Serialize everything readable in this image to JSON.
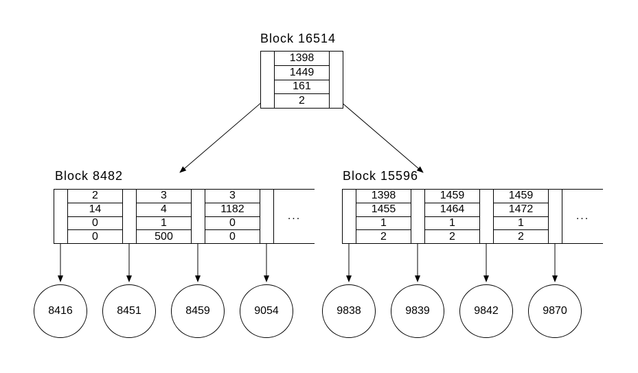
{
  "diagram": {
    "background_color": "#ffffff",
    "line_color": "#000000",
    "text_color": "#000000",
    "root_block": {
      "title": "Block 16514",
      "values": [
        "1398",
        "1449",
        "161",
        "2"
      ]
    },
    "left_block": {
      "title": "Block 8482",
      "entries": [
        {
          "values": [
            "2",
            "14",
            "0",
            "0"
          ]
        },
        {
          "values": [
            "3",
            "4",
            "1",
            "500"
          ]
        },
        {
          "values": [
            "3",
            "1182",
            "0",
            "0"
          ]
        }
      ],
      "ellipsis": "..."
    },
    "right_block": {
      "title": "Block 15596",
      "entries": [
        {
          "values": [
            "1398",
            "1455",
            "1",
            "2"
          ]
        },
        {
          "values": [
            "1459",
            "1464",
            "1",
            "2"
          ]
        },
        {
          "values": [
            "1459",
            "1472",
            "1",
            "2"
          ]
        }
      ],
      "ellipsis": "..."
    },
    "left_leaves": [
      "8416",
      "8451",
      "8459",
      "9054"
    ],
    "right_leaves": [
      "9838",
      "9839",
      "9842",
      "9870"
    ]
  }
}
